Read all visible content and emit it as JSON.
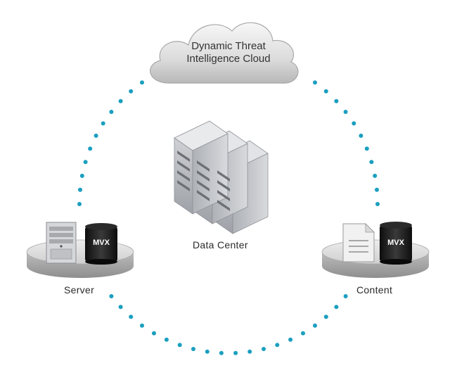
{
  "cloud": {
    "title_line1": "Dynamic Threat",
    "title_line2": "Intelligence Cloud",
    "icon": "cloud-icon"
  },
  "nodes": {
    "data_center": {
      "label": "Data Center",
      "icon": "server-rack-icon"
    },
    "server": {
      "label": "Server",
      "icon": "tower-server-icon",
      "appliance_label": "MVX"
    },
    "content": {
      "label": "Content",
      "icon": "document-icon",
      "appliance_label": "MVX"
    }
  },
  "colors": {
    "dots": "#1a9fc0",
    "appliance": "#1c1c1c",
    "platform": "#c9c9c9",
    "rack": "#b9bcc2"
  }
}
